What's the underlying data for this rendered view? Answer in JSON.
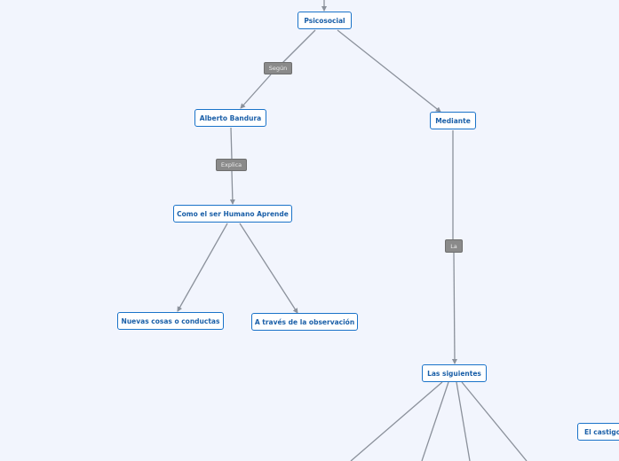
{
  "colors": {
    "background": "#f2f5fd",
    "node_border": "#1a73c9",
    "node_text": "#1a5fa8",
    "connector": "#8b919b",
    "tag_fill": "#8a8a8a"
  },
  "nodes": {
    "psicosocial": "Psicosocial",
    "alberto_bandura": "Alberto Bandura",
    "mediante": "Mediante",
    "como_aprende": "Como el ser Humano Aprende",
    "nuevas_cosas": "Nuevas cosas o conductas",
    "a_traves": "A través de la observación",
    "las_siguientes": "Las siguientes",
    "el_castigo": "El castigo"
  },
  "link_labels": {
    "segun": "Según",
    "explica": "Explica",
    "la": "La"
  }
}
